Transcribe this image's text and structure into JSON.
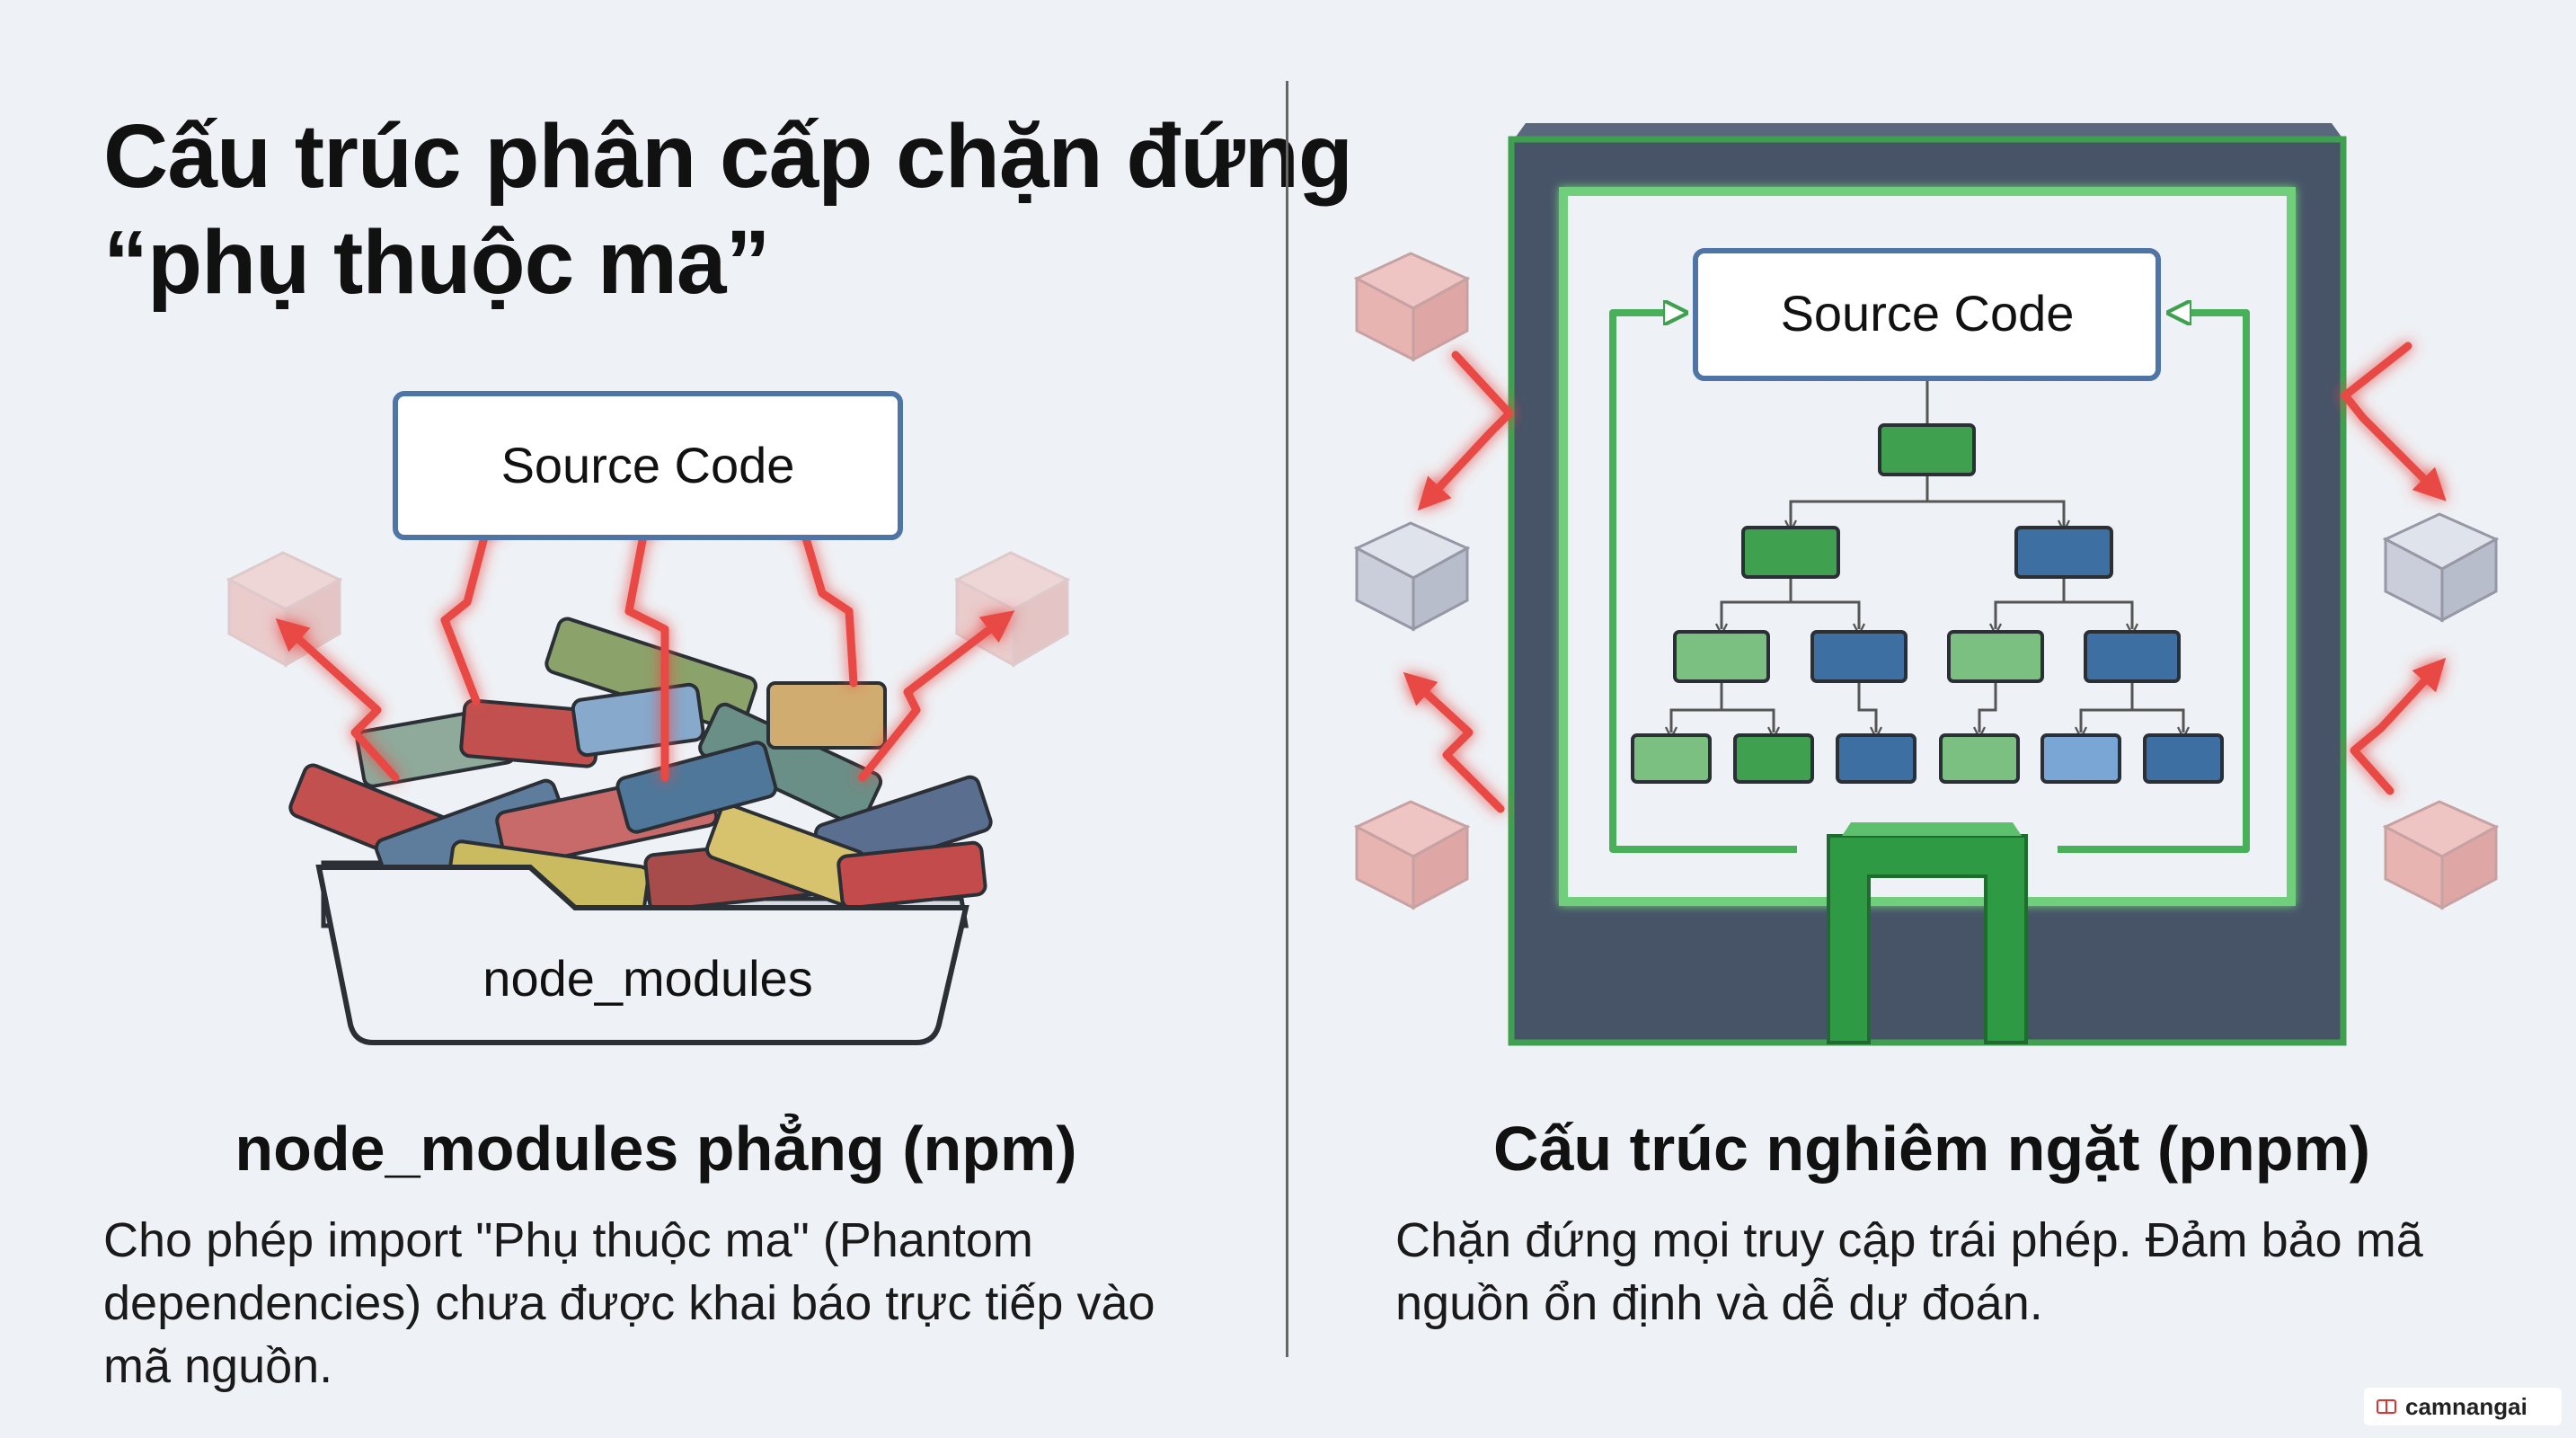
{
  "title": {
    "line1": "Cấu trúc phân cấp chặn đứng",
    "line2": "“phụ thuộc ma”"
  },
  "left": {
    "source_label": "Source Code",
    "folder_label": "node_modules",
    "heading": "node_modules phẳng (npm)",
    "description": "Cho phép import \"Phụ thuộc ma\" (Phantom dependencies) chưa được khai báo trực tiếp vào mã nguồn."
  },
  "right": {
    "source_label": "Source Code",
    "heading": "Cấu trúc nghiêm ngặt (pnpm)",
    "description": "Chặn đứng mọi truy cập trái phép. Đảm bảo mã nguồn ổn định và dễ dự đoán."
  },
  "watermark": "camnangai",
  "colors": {
    "background": "#eef1f5",
    "green": "#3fa14f",
    "blue": "#3e6fa3",
    "red": "#e84a45",
    "frame": "#475468"
  }
}
